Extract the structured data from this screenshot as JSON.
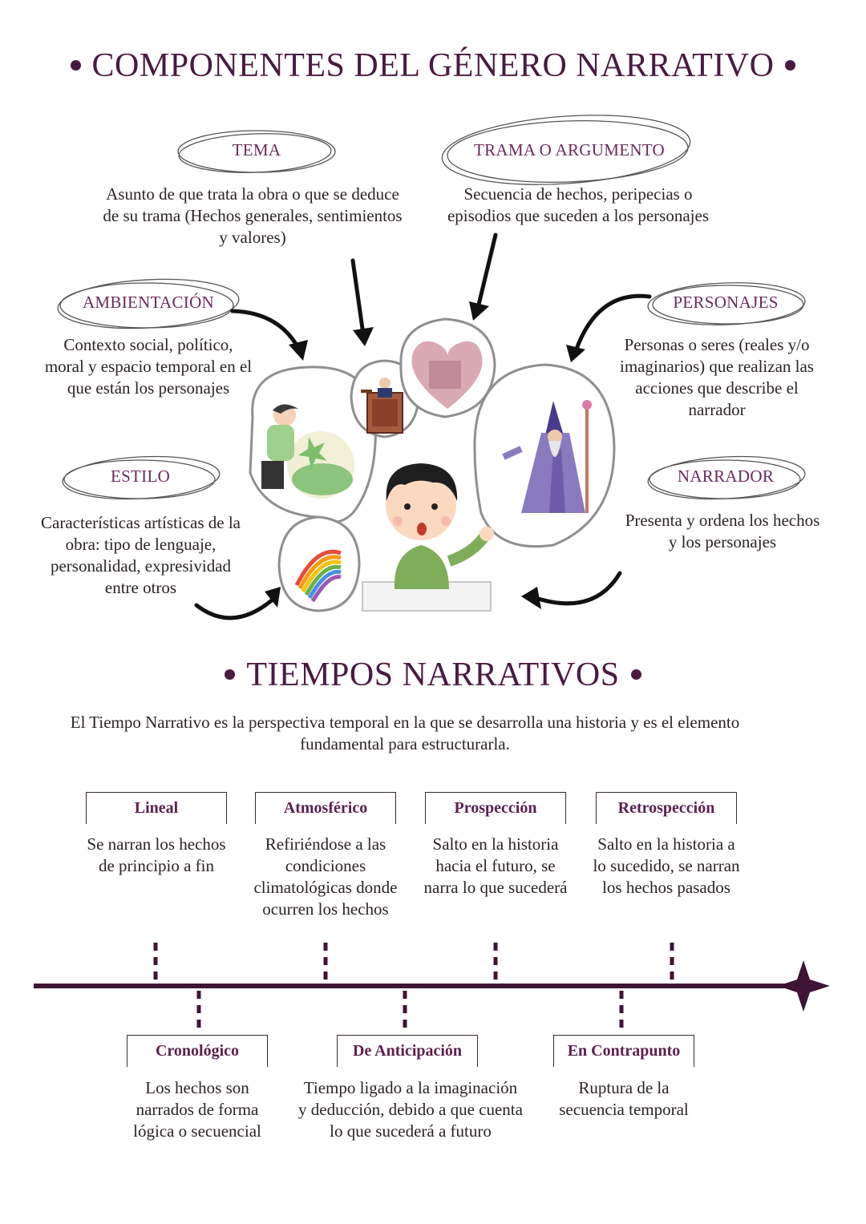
{
  "components": {
    "title": "COMPONENTES DEL GÉNERO NARRATIVO",
    "items": [
      {
        "key": "tema",
        "label": "TEMA",
        "description": "Asunto de que trata la obra o que se deduce de su trama (Hechos generales, sentimientos y valores)"
      },
      {
        "key": "trama",
        "label": "TRAMA O ARGUMENTO",
        "description": "Secuencia de hechos, peripecias o episodios que suceden a los personajes"
      },
      {
        "key": "ambientacion",
        "label": "AMBIENTACIÓN",
        "description": "Contexto social, político, moral y espacio temporal en el que están los personajes"
      },
      {
        "key": "personajes",
        "label": "PERSONAJES",
        "description": "Personas o seres (reales y/o imaginarios) que realizan las acciones que describe el narrador"
      },
      {
        "key": "estilo",
        "label": "ESTILO",
        "description": "Características artísticas de la obra: tipo de lenguaje, personalidad, expresividad entre otros"
      },
      {
        "key": "narrador",
        "label": "NARRADOR",
        "description": "Presenta y ordena los hechos y los personajes"
      }
    ]
  },
  "tiempos": {
    "title": "TIEMPOS NARRATIVOS",
    "intro": "El Tiempo Narrativo es la perspectiva temporal en la que se desarrolla una historia y es el elemento fundamental para estructurarla.",
    "top": [
      {
        "label": "Lineal",
        "description": "Se narran los hechos de principio a fin"
      },
      {
        "label": "Atmosférico",
        "description": "Refiriéndose a las condiciones climatológicas donde ocurren los hechos"
      },
      {
        "label": "Prospección",
        "description": "Salto en la historia hacia el futuro, se narra lo que sucederá"
      },
      {
        "label": "Retrospección",
        "description": "Salto en la historia a lo sucedido, se narran los hechos pasados"
      }
    ],
    "bottom": [
      {
        "label": "Cronológico",
        "description": "Los hechos son narrados de forma lógica o secuencial"
      },
      {
        "label": "De Anticipación",
        "description": "Tiempo ligado a la imaginación y deducción, debido a que cuenta lo que sucederá a futuro"
      },
      {
        "label": "En Contrapunto",
        "description": "Ruptura de la secuencia temporal"
      }
    ]
  },
  "colors": {
    "accent": "#4a1a40",
    "label": "#6a2a5c",
    "timeline": "#3d1435"
  }
}
